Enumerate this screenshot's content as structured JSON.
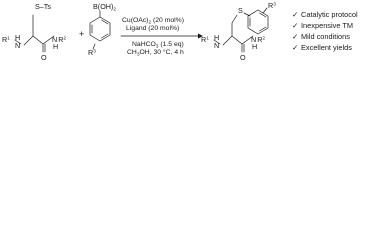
{
  "reactant_thioester": {
    "s_ts": "S–Ts",
    "nr1": "N",
    "r1": "R",
    "r1_sup": "1",
    "h": "H",
    "o": "O",
    "n_amide": "N",
    "r2": "R",
    "r2_sup": "2",
    "h_amide": "H"
  },
  "plus": "+",
  "boronic_acid": {
    "b_oh2": "B(OH)2",
    "r3": "R",
    "r3_sup": "3"
  },
  "conditions": {
    "catalyst": "Cu(OAc)2 (20 mol%)",
    "ligand": "Ligand (20 mol%)",
    "base": "NaHCO3 (1.5 eq)",
    "solvent_temp_time": "CH3OH, 30 °C, 4 h"
  },
  "product": {
    "s": "S",
    "r3": "R",
    "r3_sup": "3",
    "nr1": "N",
    "r1": "R",
    "r1_sup": "1",
    "h": "H",
    "o": "O",
    "n_amide": "N",
    "r2": "R",
    "r2_sup": "2",
    "h_amide": "H"
  },
  "features": {
    "check_icon": "check-mark",
    "items": [
      "Catalytic protocol",
      "Inexpensive TM",
      "Mild conditions",
      "Excellent yields"
    ]
  }
}
